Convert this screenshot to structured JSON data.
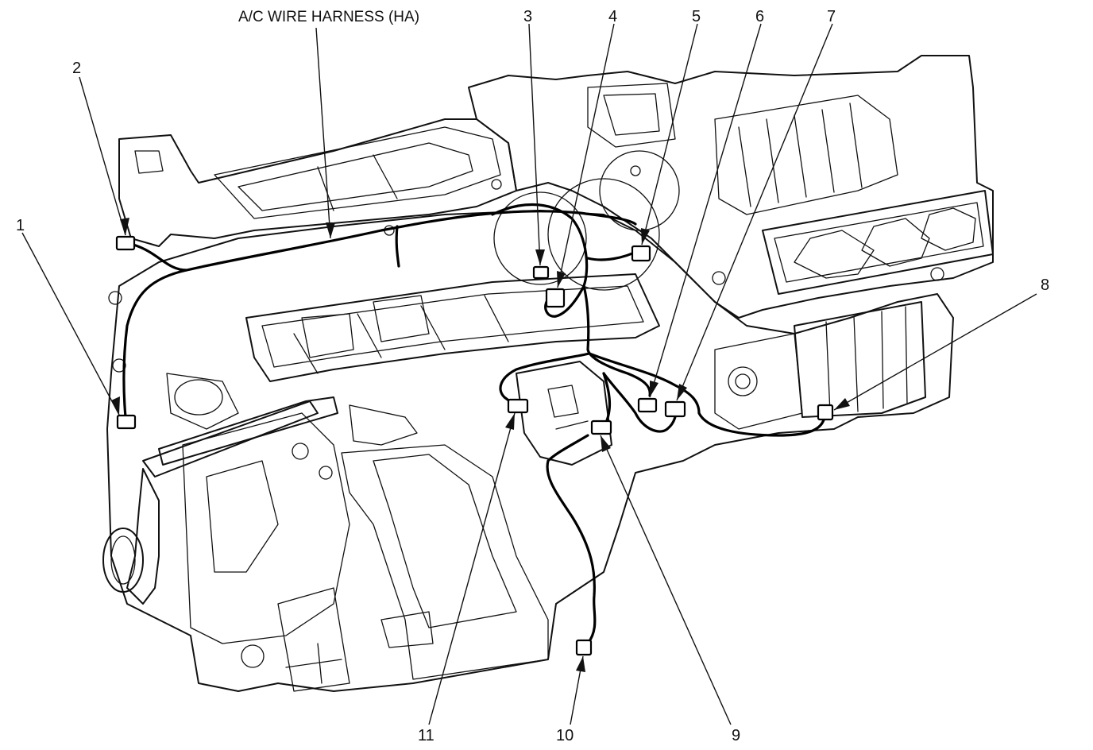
{
  "harness": {
    "label": "A/C WIRE HARNESS (HA)"
  },
  "callouts": [
    {
      "id": "1",
      "text": "1"
    },
    {
      "id": "2",
      "text": "2"
    },
    {
      "id": "3",
      "text": "3"
    },
    {
      "id": "4",
      "text": "4"
    },
    {
      "id": "5",
      "text": "5"
    },
    {
      "id": "6",
      "text": "6"
    },
    {
      "id": "7",
      "text": "7"
    },
    {
      "id": "8",
      "text": "8"
    },
    {
      "id": "9",
      "text": "9"
    },
    {
      "id": "10",
      "text": "10"
    },
    {
      "id": "11",
      "text": "11"
    }
  ]
}
